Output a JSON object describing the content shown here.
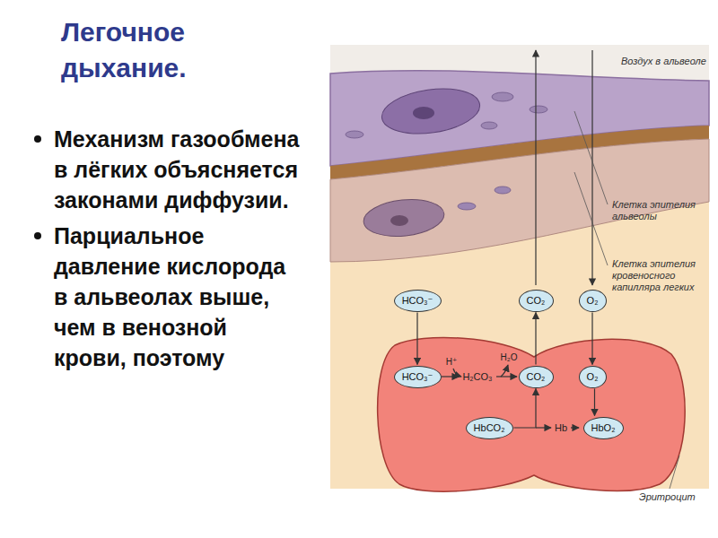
{
  "diagram": {
    "title": "Легочное дыхание.",
    "nodes": [
      {
        "text": [
          "HCO₃⁻"
        ]
      },
      {
        "text": [
          "CO₂"
        ]
      },
      {
        "text": [
          "O₂"
        ]
      },
      {
        "text": [
          "HCO₃⁻"
        ]
      },
      {
        "text": [
          "CO₂"
        ]
      },
      {
        "text": [
          "O₂"
        ]
      },
      {
        "text": [
          "HbCO₂"
        ]
      },
      {
        "text": [
          "HbO₂"
        ]
      }
    ],
    "edges": [
      {
        "from": 0,
        "to": 3,
        "arrow": "to"
      },
      {
        "from": 4,
        "to": 1,
        "arrow": "to"
      },
      {
        "from": 2,
        "to": 5,
        "arrow": "to"
      },
      {
        "from": 5,
        "to": 7,
        "arrow": "to"
      },
      {
        "from": 6,
        "to": 4,
        "arrow": "to"
      }
    ],
    "labels": [
      "Механизм газообмена в лёгких объясняется законами диффузии.",
      "Парциальное давление кислорода в альвеолах выше, чем в венозной крови, поэтому",
      "Воздух в альвеоле",
      "Клетка эпителия альвеолы",
      "Клетка эпителия кровеносного капилляра легких",
      "Эритроцит",
      "H⁺",
      "H₂O",
      "H₂CO₃",
      "Hb"
    ]
  }
}
